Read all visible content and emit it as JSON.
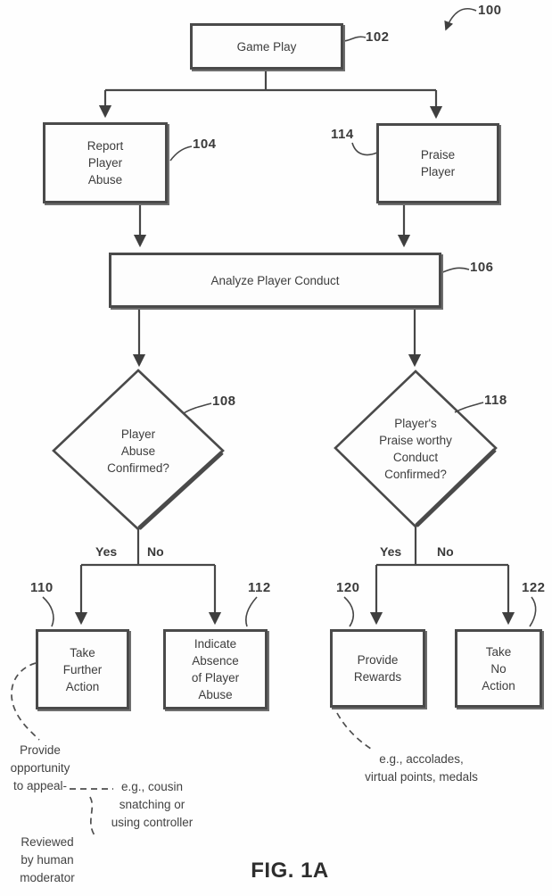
{
  "figure": {
    "caption": "FIG. 1A",
    "diagram_ref": "100"
  },
  "refs": {
    "n100": "100",
    "n102": "102",
    "n104": "104",
    "n106": "106",
    "n108": "108",
    "n110": "110",
    "n112": "112",
    "n114": "114",
    "n118": "118",
    "n120": "120",
    "n122": "122"
  },
  "nodes": {
    "game_play": {
      "label": "Game Play",
      "ref": "102"
    },
    "report_abuse": {
      "label": "Report\nPlayer\nAbuse",
      "ref": "104"
    },
    "praise_player": {
      "label": "Praise\nPlayer",
      "ref": "114"
    },
    "analyze": {
      "label": "Analyze Player Conduct",
      "ref": "106"
    },
    "abuse_confirmed": {
      "label": "Player\nAbuse\nConfirmed?",
      "ref": "108"
    },
    "praise_confirmed": {
      "label": "Player's\nPraise worthy\nConduct\nConfirmed?",
      "ref": "118"
    },
    "take_further": {
      "label": "Take\nFurther\nAction",
      "ref": "110"
    },
    "indicate_absence": {
      "label": "Indicate\nAbsence\nof Player\nAbuse",
      "ref": "112"
    },
    "provide_rewards": {
      "label": "Provide\nRewards",
      "ref": "120"
    },
    "take_no_action": {
      "label": "Take\nNo\nAction",
      "ref": "122"
    }
  },
  "branches": {
    "left_yes": "Yes",
    "left_no": "No",
    "right_yes": "Yes",
    "right_no": "No"
  },
  "annotations": {
    "appeal": "Provide\nopportunity\nto appeal-",
    "appeal_example": "e.g., cousin\nsnatching or\nusing controller",
    "moderator": "Reviewed\nby human\nmoderator",
    "rewards_example": "e.g., accolades,\nvirtual points, medals"
  },
  "colors": {
    "line": "#474747",
    "text": "#3d3d3d",
    "background": "#fefefe"
  }
}
